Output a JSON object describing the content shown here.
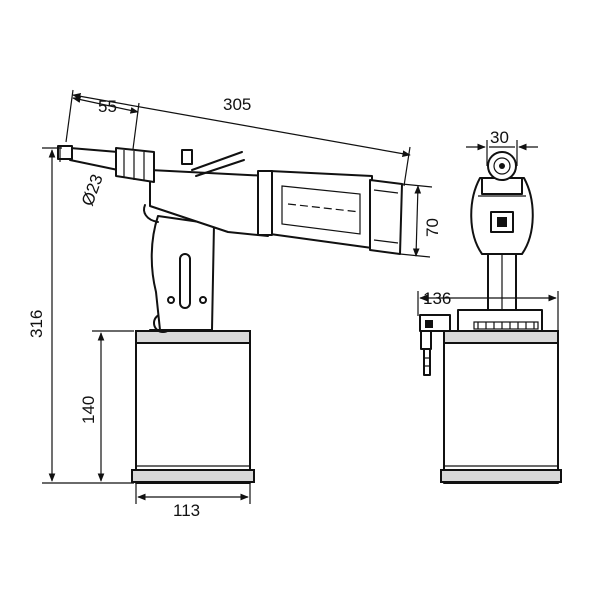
{
  "dimensions": {
    "tool_length": "305",
    "nose_length": "55",
    "nose_diameter": "Ø23",
    "barrel_height": "70",
    "total_height": "316",
    "reservoir_height": "140",
    "base_width": "113",
    "side_depth": "136",
    "top_width": "30"
  }
}
